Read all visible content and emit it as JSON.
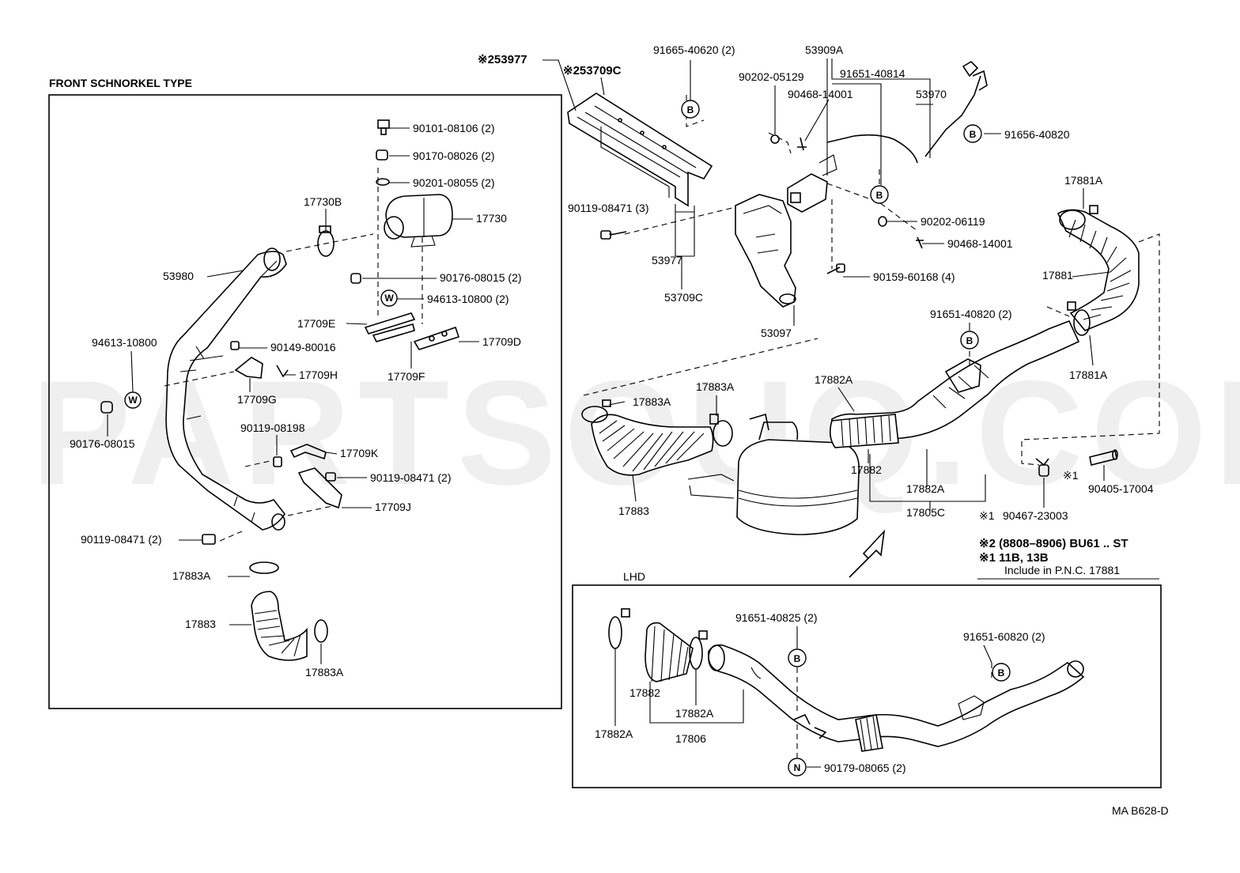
{
  "sections": {
    "front_snorkel": "FRONT SCHNORKEL TYPE",
    "lhd": "LHD"
  },
  "watermark": "PARTSOUQ.COM",
  "reference": "MA B628-D",
  "notes": {
    "note2": "※2 (8808–8906) BU61 .. ST",
    "note1": "※1 11B, 13B",
    "include": "Include in P.N.C. 17881",
    "mark1": "※1"
  },
  "circle_symbols": [
    "B",
    "W",
    "N"
  ],
  "labels": {
    "p253977": "※253977",
    "p253709c": "※253709C",
    "p91665_40620": "91665-40620 (2)",
    "p53909a": "53909A",
    "p90202_05129": "90202-05129",
    "p91651_40814": "91651-40814",
    "p90468_14001_a": "90468-14001",
    "p53970": "53970",
    "p91656_40820": "91656-40820",
    "p90119_08471_3": "90119-08471 (3)",
    "p90202_06119": "90202-06119",
    "p90468_14001_b": "90468-14001",
    "p53977": "53977",
    "p53709c": "53709C",
    "p90159_60168": "90159-60168 (4)",
    "p53097": "53097",
    "p17881a_top": "17881A",
    "p17881": "17881",
    "p91651_40820": "91651-40820 (2)",
    "p17881a_mid": "17881A",
    "p17883a_r1": "17883A",
    "p17883a_r2": "17883A",
    "p17882a_r1": "17882A",
    "p17883_r": "17883",
    "p17882_r": "17882",
    "p17882a_r2": "17882A",
    "p17805c": "17805C",
    "p90405_17004": "90405-17004",
    "p90467_23003": "90467-23003",
    "p90101_08106": "90101-08106 (2)",
    "p90170_08026": "90170-08026 (2)",
    "p90201_08055": "90201-08055 (2)",
    "p17730b": "17730B",
    "p17730": "17730",
    "p53980": "53980",
    "p90176_08015_2": "90176-08015 (2)",
    "p94613_10800_2": "94613-10800 (2)",
    "p17709e": "17709E",
    "p17709d": "17709D",
    "p17709f": "17709F",
    "p94613_10800": "94613-10800",
    "p90149_80016": "90149-80016",
    "p17709h": "17709H",
    "p17709g": "17709G",
    "p90176_08015": "90176-08015",
    "p90119_08198": "90119-08198",
    "p17709k": "17709K",
    "p90119_08471_2a": "90119-08471 (2)",
    "p17709j": "17709J",
    "p90119_08471_2b": "90119-08471 (2)",
    "p17883a_l1": "17883A",
    "p17883_l": "17883",
    "p17883a_l2": "17883A",
    "p91651_40825": "91651-40825 (2)",
    "p91651_60820": "91651-60820 (2)",
    "p17882_lhd": "17882",
    "p17882a_lhd1": "17882A",
    "p17882a_lhd2": "17882A",
    "p17806": "17806",
    "p90179_08065": "90179-08065 (2)"
  }
}
